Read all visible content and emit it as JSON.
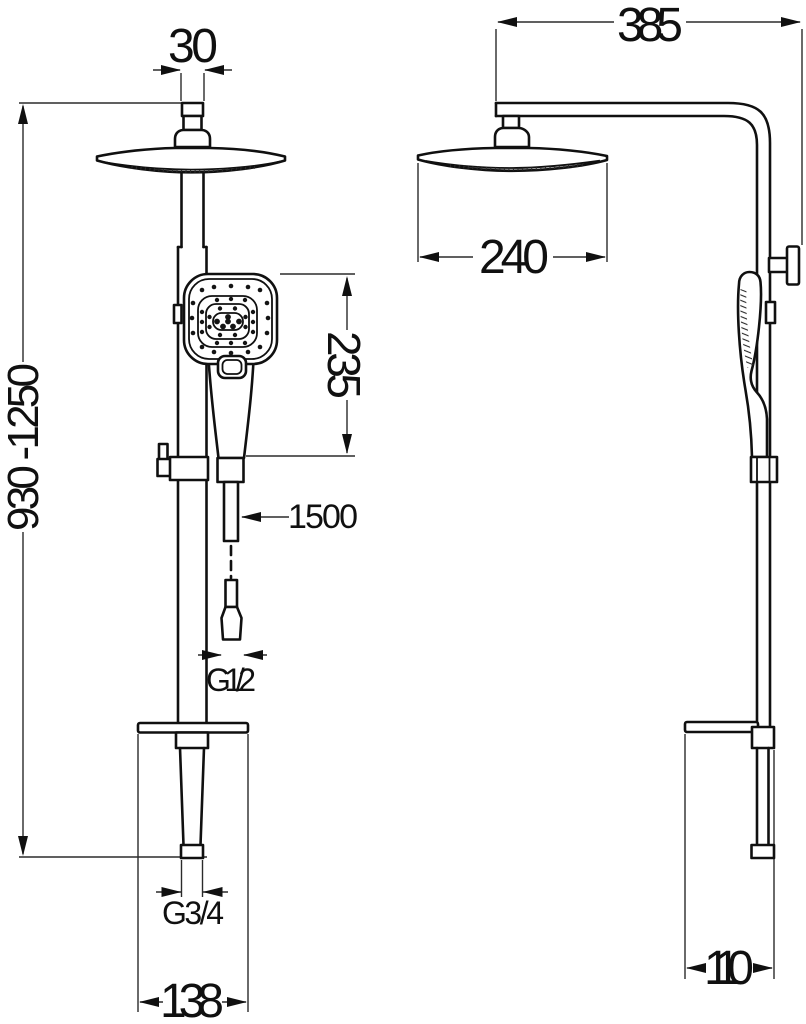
{
  "drawing": {
    "kind": "shower-column-technical-drawing",
    "line_color": "#101010",
    "background": "#ffffff"
  },
  "dimensions": {
    "stem_width": "30",
    "arm_reach": "385",
    "head_diameter": "240",
    "hand_shower_height": "235",
    "hose_length": "1500",
    "hose_thread": "G1/2",
    "column_thread": "G3/4",
    "base_span": "138",
    "side_span": "110",
    "height_range": "930 -1250"
  }
}
